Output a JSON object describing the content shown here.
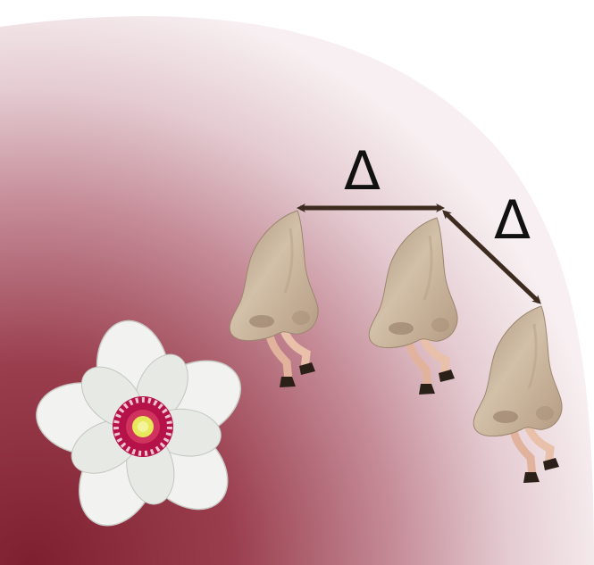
{
  "labels": {
    "spacing_1": "Δ",
    "spacing_2": "Δ"
  },
  "colors": {
    "field_center": "#8a2a38",
    "field_edge": "#f6eef0",
    "arrow": "#3d2b1f",
    "nose": "#c9b49a",
    "legs": "#e6b9a2",
    "flower_petal": "#f2f3f0",
    "flower_center": "#b5124a",
    "flower_pistil": "#e7e85a"
  },
  "icons": {
    "walker": "walking-nose-figure",
    "flower": "magnolia-flower-icon"
  }
}
